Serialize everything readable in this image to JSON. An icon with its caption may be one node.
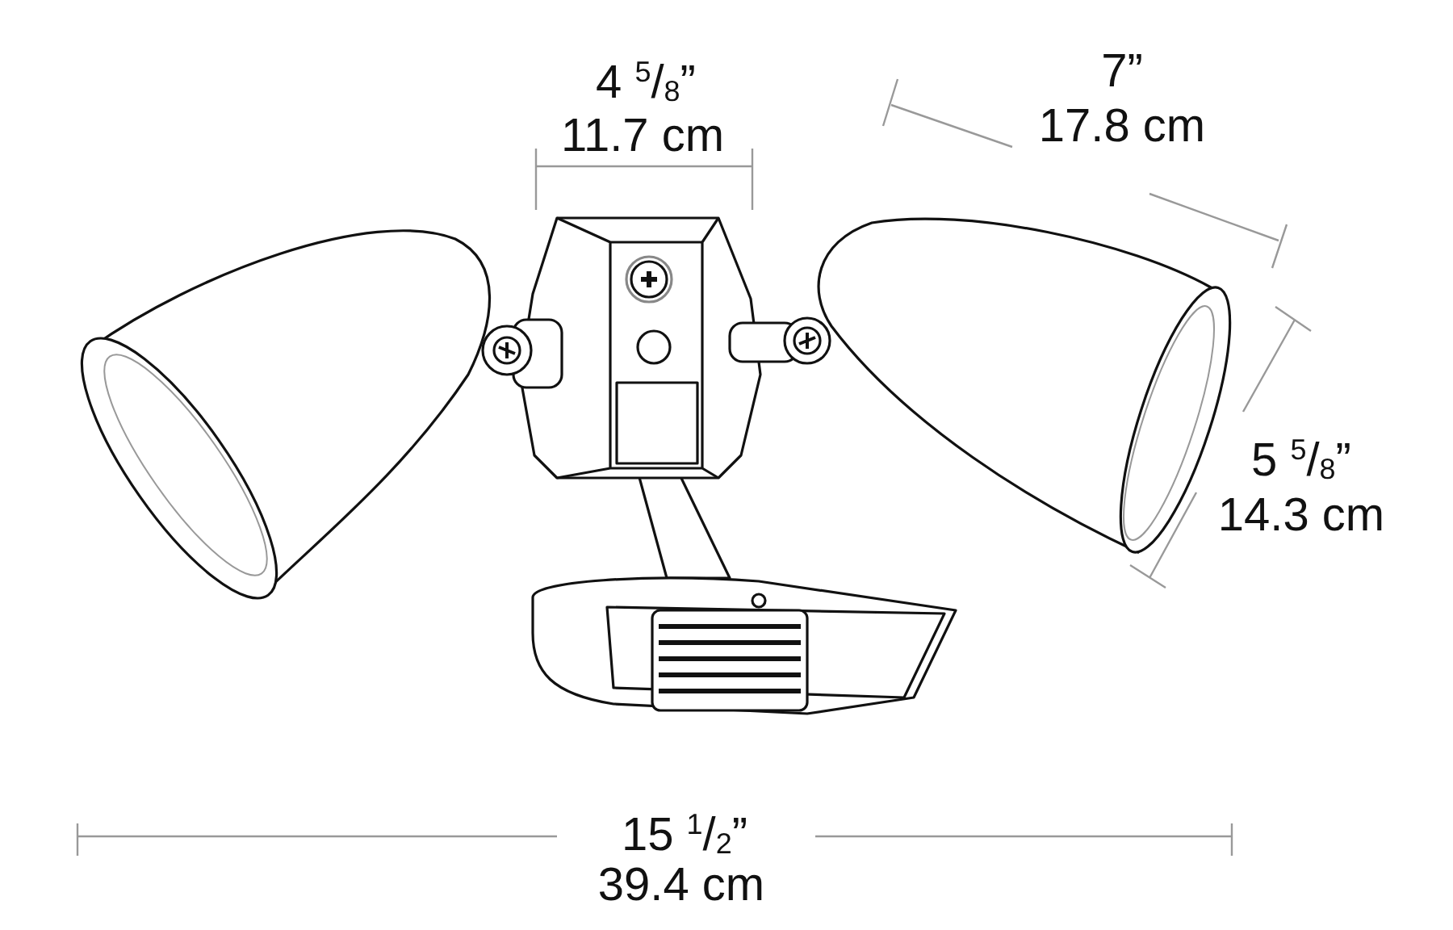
{
  "diagram": {
    "labels": [
      "4 $^{5}$/$_{8}$”",
      "11.7 cm",
      "7”",
      "17.8 cm",
      "5 $^{5}$/$_{8}$”",
      "14.3 cm",
      "15 $^{1}$/$_{2}$”",
      "39.4 cm"
    ]
  }
}
